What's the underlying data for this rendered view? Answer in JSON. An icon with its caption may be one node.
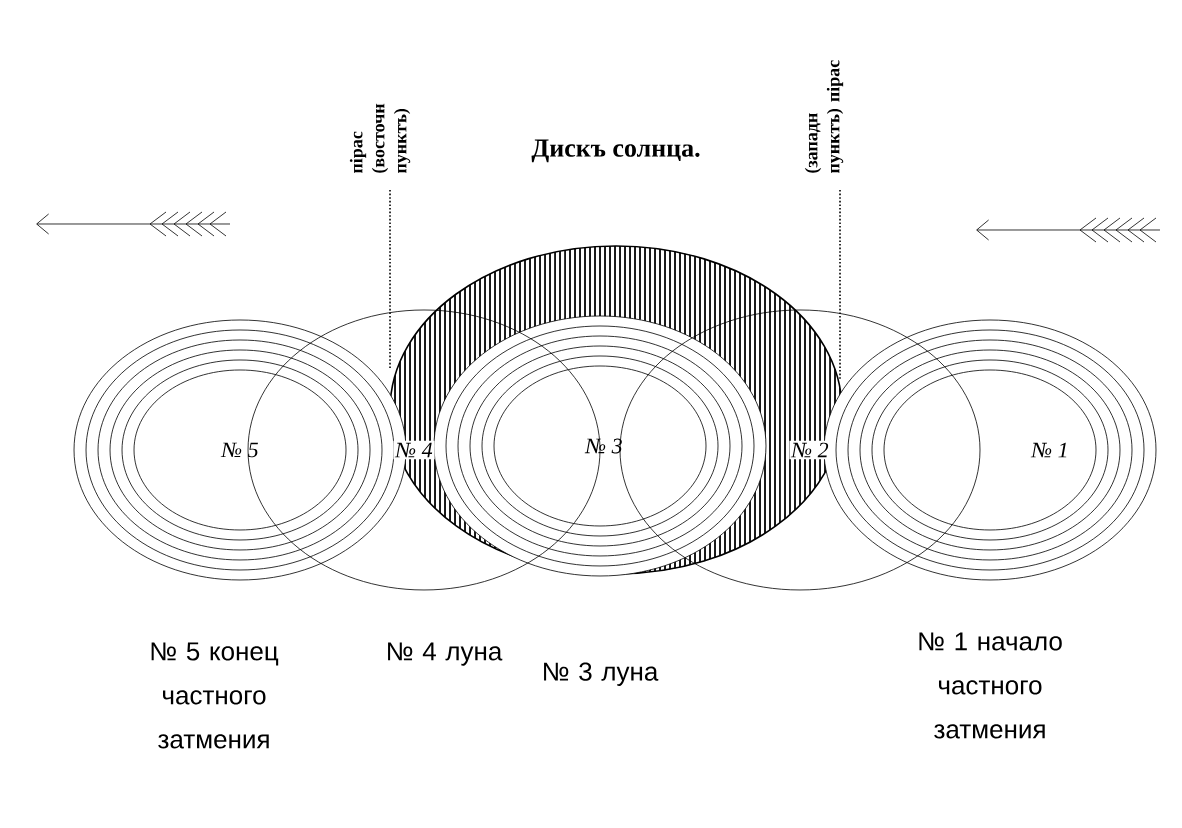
{
  "diagram": {
    "nodes": [
      {
        "text": [
          "Дискъ солнца."
        ]
      },
      {
        "text": [
          "№ 5"
        ]
      },
      {
        "text": [
          "№ 4"
        ]
      },
      {
        "text": [
          "№ 3"
        ],
        "in": 0
      },
      {
        "text": [
          "№ 2"
        ]
      },
      {
        "text": [
          "№ 1"
        ]
      }
    ],
    "labels": [
      "пiрас (восточн пунктъ)",
      "(западн пунктъ) пiрас",
      "№ 5 конец частного затмения",
      "№ 4 луна",
      "№ 3 луна",
      "№ 1 начало частного затмения"
    ]
  }
}
